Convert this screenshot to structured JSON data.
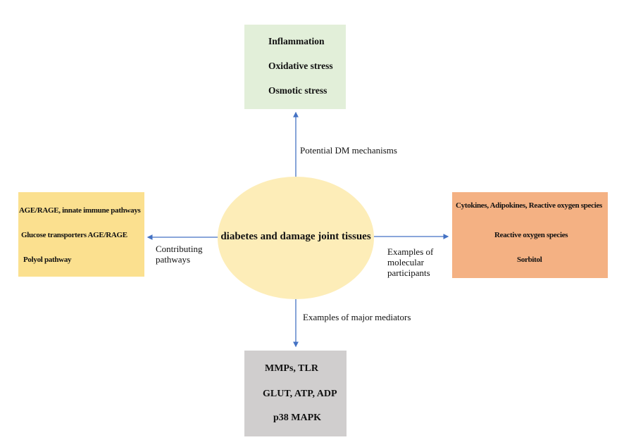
{
  "center": {
    "label": "diabetes and damage joint tissues"
  },
  "top": {
    "edge_label": "Potential DM mechanisms",
    "items": [
      "Inflammation",
      "Oxidative stress",
      "Osmotic stress"
    ]
  },
  "left": {
    "edge_label": [
      "Contributing",
      "pathways"
    ],
    "items": [
      "AGE/RAGE, innate immune pathways",
      "Glucose transporters AGE/RAGE",
      "Polyol pathway"
    ]
  },
  "right": {
    "edge_label": [
      "Examples of",
      "molecular",
      "participants"
    ],
    "items": [
      "Cytokines, Adipokines, Reactive oxygen species",
      "Reactive oxygen species",
      "Sorbitol"
    ]
  },
  "bottom": {
    "edge_label": "Examples of major mediators",
    "items": [
      "MMPs, TLR",
      "GLUT, ATP, ADP",
      "p38 MAPK"
    ]
  },
  "colors": {
    "top_box": "#e2efd9",
    "left_box": "#fbe08f",
    "right_box": "#f4b183",
    "bottom_box": "#d0cece",
    "center": "#fdedb8",
    "arrow": "#4472c4"
  }
}
